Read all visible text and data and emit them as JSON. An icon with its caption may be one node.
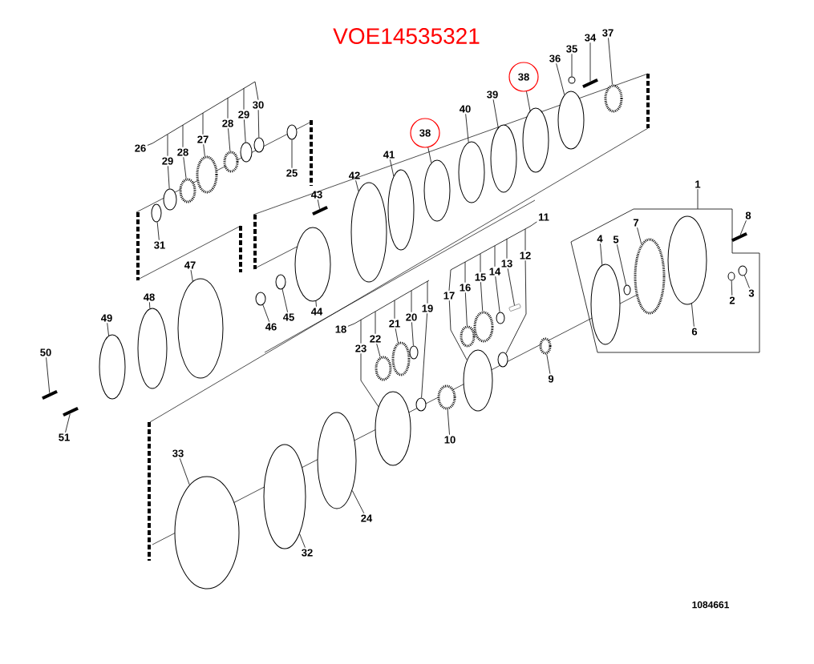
{
  "diagram": {
    "title": "VOE14535321",
    "nodes": [
      {
        "text": [
          "26"
        ]
      },
      {
        "text": [
          "29"
        ]
      },
      {
        "text": [
          "28"
        ]
      },
      {
        "text": [
          "27"
        ]
      },
      {
        "text": [
          "28"
        ]
      },
      {
        "text": [
          "29"
        ]
      },
      {
        "text": [
          "30"
        ]
      },
      {
        "text": [
          "25"
        ]
      },
      {
        "text": [
          "31"
        ]
      },
      {
        "text": [
          "43"
        ]
      },
      {
        "text": [
          "42"
        ]
      },
      {
        "text": [
          "41"
        ]
      },
      {
        "text": [
          "38"
        ]
      },
      {
        "text": [
          "40"
        ]
      },
      {
        "text": [
          "39"
        ]
      },
      {
        "text": [
          "38"
        ]
      },
      {
        "text": [
          "36"
        ]
      },
      {
        "text": [
          "35"
        ]
      },
      {
        "text": [
          "34"
        ]
      },
      {
        "text": [
          "37"
        ]
      },
      {
        "text": [
          "47"
        ]
      },
      {
        "text": [
          "48"
        ]
      },
      {
        "text": [
          "49"
        ]
      },
      {
        "text": [
          "50"
        ]
      },
      {
        "text": [
          "51"
        ]
      },
      {
        "text": [
          "46"
        ]
      },
      {
        "text": [
          "45"
        ]
      },
      {
        "text": [
          "44"
        ]
      },
      {
        "text": [
          "1"
        ]
      },
      {
        "text": [
          "8"
        ]
      },
      {
        "text": [
          "2"
        ],
        "in": 104
      },
      {
        "text": [
          "3"
        ],
        "in": 104
      },
      {
        "text": [
          "6"
        ],
        "in": 104
      },
      {
        "text": [
          "7"
        ],
        "in": 104
      },
      {
        "text": [
          "5"
        ],
        "in": 104
      },
      {
        "text": [
          "4"
        ],
        "in": 104
      },
      {
        "text": [
          "11"
        ]
      },
      {
        "text": [
          "12"
        ]
      },
      {
        "text": [
          "13"
        ]
      },
      {
        "text": [
          "14"
        ]
      },
      {
        "text": [
          "15"
        ]
      },
      {
        "text": [
          "16"
        ]
      },
      {
        "text": [
          "17"
        ]
      },
      {
        "text": [
          "18"
        ]
      },
      {
        "text": [
          "19"
        ]
      },
      {
        "text": [
          "20"
        ]
      },
      {
        "text": [
          "21"
        ]
      },
      {
        "text": [
          "22"
        ]
      },
      {
        "text": [
          "23"
        ]
      },
      {
        "text": [
          "10"
        ]
      },
      {
        "text": [
          "9"
        ]
      },
      {
        "text": [
          "24"
        ]
      },
      {
        "text": [
          "33"
        ]
      },
      {
        "text": [
          "32"
        ]
      },
      {
        "text": [],
        "shape": "circle"
      },
      {
        "text": [],
        "shape": "circle"
      },
      {
        "text": [],
        "shape": "circle"
      },
      {
        "text": [],
        "shape": "circle"
      },
      {
        "text": [],
        "shape": "circle"
      },
      {
        "text": [],
        "shape": "circle"
      },
      {
        "text": [],
        "shape": "circle"
      },
      {
        "text": [],
        "shape": "circle"
      },
      {
        "text": [],
        "shape": "bar"
      },
      {
        "text": [],
        "shape": "circle"
      },
      {
        "text": [],
        "shape": "circle"
      },
      {
        "text": [],
        "shape": "circle"
      },
      {
        "text": [],
        "shape": "circle"
      },
      {
        "text": [],
        "shape": "circle"
      },
      {
        "text": [],
        "shape": "circle"
      },
      {
        "text": [],
        "shape": "circle"
      },
      {
        "text": [],
        "shape": "circle"
      },
      {
        "text": [],
        "shape": "bar"
      },
      {
        "text": [],
        "shape": "circle"
      },
      {
        "text": [],
        "shape": "circle"
      },
      {
        "text": [],
        "shape": "circle"
      },
      {
        "text": [],
        "shape": "circle"
      },
      {
        "text": [],
        "shape": "bar"
      },
      {
        "text": [],
        "shape": "bar"
      },
      {
        "text": [],
        "shape": "circle"
      },
      {
        "text": [],
        "shape": "circle"
      },
      {
        "text": [],
        "shape": "circle"
      },
      {
        "text": [],
        "shape": "bar"
      },
      {
        "text": [],
        "shape": "circle",
        "in": 104
      },
      {
        "text": [],
        "shape": "circle",
        "in": 104
      },
      {
        "text": [],
        "shape": "circle",
        "in": 104
      },
      {
        "text": [],
        "shape": "circle",
        "in": 104
      },
      {
        "text": [],
        "shape": "circle",
        "in": 104
      },
      {
        "text": [],
        "shape": "circle",
        "in": 104
      },
      {
        "text": [],
        "shape": "circle"
      },
      {
        "text": [],
        "shape": "bar"
      },
      {
        "text": [],
        "shape": "circle"
      },
      {
        "text": [],
        "shape": "circle"
      },
      {
        "text": [],
        "shape": "circle"
      },
      {
        "text": [],
        "shape": "circle"
      },
      {
        "text": [],
        "shape": "circle"
      },
      {
        "text": [],
        "shape": "circle"
      },
      {
        "text": [],
        "shape": "circle"
      },
      {
        "text": [],
        "shape": "circle"
      },
      {
        "text": [],
        "shape": "circle"
      },
      {
        "text": [],
        "shape": "circle"
      },
      {
        "text": [],
        "shape": "circle"
      },
      {
        "text": [],
        "shape": "circle"
      },
      {
        "text": [],
        "shape": "circle"
      },
      {
        "text": [],
        "shape": "circle"
      },
      {
        "text": [],
        "shape": "box"
      }
    ],
    "edges": [
      {
        "from": 0,
        "to": 6,
        "arrow": "none"
      },
      {
        "from": 0,
        "to": 5,
        "arrow": "none"
      },
      {
        "from": 0,
        "to": 4,
        "arrow": "none"
      },
      {
        "from": 0,
        "to": 3,
        "arrow": "none"
      },
      {
        "from": 0,
        "to": 2,
        "arrow": "none"
      },
      {
        "from": 0,
        "to": 1,
        "arrow": "none"
      },
      {
        "from": 1,
        "to": 54,
        "arrow": "none"
      },
      {
        "from": 2,
        "to": 55,
        "arrow": "none"
      },
      {
        "from": 3,
        "to": 56,
        "arrow": "none"
      },
      {
        "from": 4,
        "to": 57,
        "arrow": "none"
      },
      {
        "from": 5,
        "to": 58,
        "arrow": "none"
      },
      {
        "from": 6,
        "to": 59,
        "arrow": "none"
      },
      {
        "from": 7,
        "to": 60,
        "arrow": "none"
      },
      {
        "from": 8,
        "to": 61,
        "arrow": "none"
      },
      {
        "from": 9,
        "to": 62,
        "arrow": "none"
      },
      {
        "from": 10,
        "to": 63,
        "arrow": "none"
      },
      {
        "from": 11,
        "to": 64,
        "arrow": "none"
      },
      {
        "from": 12,
        "to": 65,
        "arrow": "none"
      },
      {
        "from": 13,
        "to": 66,
        "arrow": "none"
      },
      {
        "from": 14,
        "to": 67,
        "arrow": "none"
      },
      {
        "from": 15,
        "to": 68,
        "arrow": "none"
      },
      {
        "from": 16,
        "to": 69,
        "arrow": "none"
      },
      {
        "from": 17,
        "to": 70,
        "arrow": "none"
      },
      {
        "from": 18,
        "to": 71,
        "arrow": "none"
      },
      {
        "from": 19,
        "to": 72,
        "arrow": "none"
      },
      {
        "from": 20,
        "to": 73,
        "arrow": "none"
      },
      {
        "from": 21,
        "to": 74,
        "arrow": "none"
      },
      {
        "from": 22,
        "to": 75,
        "arrow": "none"
      },
      {
        "from": 23,
        "to": 76,
        "arrow": "none"
      },
      {
        "from": 24,
        "to": 77,
        "arrow": "none"
      },
      {
        "from": 25,
        "to": 78,
        "arrow": "none"
      },
      {
        "from": 26,
        "to": 79,
        "arrow": "none"
      },
      {
        "from": 27,
        "to": 80,
        "arrow": "none"
      },
      {
        "from": 28,
        "to": 104,
        "arrow": "none"
      },
      {
        "from": 29,
        "to": 81,
        "arrow": "none"
      },
      {
        "from": 30,
        "to": 82,
        "arrow": "none"
      },
      {
        "from": 31,
        "to": 83,
        "arrow": "none"
      },
      {
        "from": 32,
        "to": 84,
        "arrow": "none"
      },
      {
        "from": 33,
        "to": 85,
        "arrow": "none"
      },
      {
        "from": 34,
        "to": 86,
        "arrow": "none"
      },
      {
        "from": 35,
        "to": 87,
        "arrow": "none"
      },
      {
        "from": 36,
        "to": 37,
        "arrow": "none"
      },
      {
        "from": 36,
        "to": 38,
        "arrow": "none"
      },
      {
        "from": 36,
        "to": 39,
        "arrow": "none"
      },
      {
        "from": 36,
        "to": 40,
        "arrow": "none"
      },
      {
        "from": 36,
        "to": 41,
        "arrow": "none"
      },
      {
        "from": 36,
        "to": 42,
        "arrow": "none"
      },
      {
        "from": 37,
        "to": 88,
        "arrow": "none"
      },
      {
        "from": 38,
        "to": 89,
        "arrow": "none"
      },
      {
        "from": 39,
        "to": 90,
        "arrow": "none"
      },
      {
        "from": 40,
        "to": 91,
        "arrow": "none"
      },
      {
        "from": 41,
        "to": 92,
        "arrow": "none"
      },
      {
        "from": 42,
        "to": 93,
        "arrow": "none"
      },
      {
        "from": 43,
        "to": 44,
        "arrow": "none"
      },
      {
        "from": 43,
        "to": 45,
        "arrow": "none"
      },
      {
        "from": 43,
        "to": 46,
        "arrow": "none"
      },
      {
        "from": 43,
        "to": 47,
        "arrow": "none"
      },
      {
        "from": 43,
        "to": 48,
        "arrow": "none"
      },
      {
        "from": 44,
        "to": 94,
        "arrow": "none"
      },
      {
        "from": 45,
        "to": 95,
        "arrow": "none"
      },
      {
        "from": 46,
        "to": 96,
        "arrow": "none"
      },
      {
        "from": 47,
        "to": 97,
        "arrow": "none"
      },
      {
        "from": 48,
        "to": 98,
        "arrow": "none"
      },
      {
        "from": 49,
        "to": 99,
        "arrow": "none"
      },
      {
        "from": 50,
        "to": 100,
        "arrow": "none"
      },
      {
        "from": 51,
        "to": 101,
        "arrow": "none"
      },
      {
        "from": 52,
        "to": 102,
        "arrow": "none"
      },
      {
        "from": 53,
        "to": 103,
        "arrow": "none"
      }
    ],
    "labels": [
      "1084661"
    ]
  }
}
